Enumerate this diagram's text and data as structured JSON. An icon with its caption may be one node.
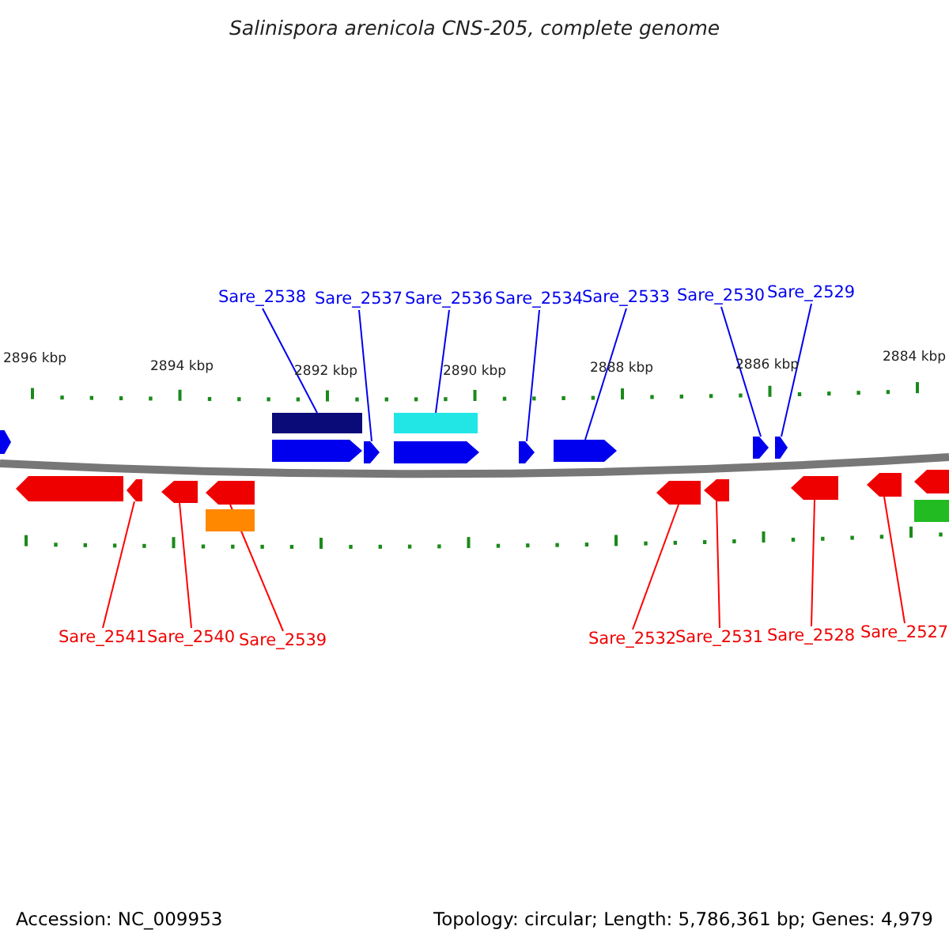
{
  "diagram": {
    "title": "Salinispora arenicola CNS-205, complete genome",
    "nodes": [
      {
        "text": [
          "Sare_2538"
        ]
      },
      {
        "text": [
          "Sare_2537"
        ]
      },
      {
        "text": [
          "Sare_2536"
        ]
      },
      {
        "text": [
          "Sare_2534"
        ]
      },
      {
        "text": [
          "Sare_2533"
        ]
      },
      {
        "text": [
          "Sare_2530"
        ]
      },
      {
        "text": [
          "Sare_2529"
        ]
      },
      {
        "text": [],
        "shape": "bar"
      },
      {
        "text": [],
        "shape": "bar"
      },
      {
        "text": [],
        "shape": "pentagon"
      },
      {
        "text": [],
        "shape": "pentagon"
      },
      {
        "text": [],
        "shape": "pentagon"
      },
      {
        "text": [],
        "shape": "pentagon"
      },
      {
        "text": [],
        "shape": "pentagon"
      },
      {
        "text": [],
        "shape": "pentagon"
      },
      {
        "text": [],
        "shape": "pentagon"
      },
      {
        "text": [],
        "shape": "pentagon"
      },
      {
        "text": [],
        "shape": "pentagon"
      },
      {
        "text": [],
        "shape": "pentagon"
      },
      {
        "text": [],
        "shape": "pentagon"
      },
      {
        "text": [],
        "shape": "pentagon"
      },
      {
        "text": [],
        "shape": "pentagon"
      },
      {
        "text": [],
        "shape": "pentagon"
      },
      {
        "text": [],
        "shape": "pentagon"
      },
      {
        "text": [],
        "shape": "pentagon"
      },
      {
        "text": [],
        "shape": "pentagon"
      },
      {
        "text": [],
        "shape": "bar"
      },
      {
        "text": [],
        "shape": "bar"
      },
      {
        "text": [
          "Sare_2541"
        ]
      },
      {
        "text": [
          "Sare_2540"
        ]
      },
      {
        "text": [
          "Sare_2539"
        ]
      },
      {
        "text": [
          "Sare_2532"
        ]
      },
      {
        "text": [
          "Sare_2531"
        ]
      },
      {
        "text": [
          "Sare_2528"
        ]
      },
      {
        "text": [
          "Sare_2527"
        ]
      }
    ],
    "edges": [
      {
        "from": 0,
        "to": 7,
        "arrow": "none"
      },
      {
        "from": 1,
        "to": 11,
        "arrow": "none"
      },
      {
        "from": 2,
        "to": 8,
        "arrow": "none"
      },
      {
        "from": 3,
        "to": 13,
        "arrow": "none"
      },
      {
        "from": 4,
        "to": 14,
        "arrow": "none"
      },
      {
        "from": 5,
        "to": 15,
        "arrow": "none"
      },
      {
        "from": 6,
        "to": 16,
        "arrow": "none"
      },
      {
        "from": 28,
        "to": 18,
        "arrow": "none",
        "color": "#ff0000"
      },
      {
        "from": 29,
        "to": 19,
        "arrow": "none",
        "color": "#ff0000"
      },
      {
        "from": 30,
        "to": 20,
        "arrow": "none",
        "color": "#ff0000"
      },
      {
        "from": 31,
        "to": 21,
        "arrow": "none",
        "color": "#ff0000"
      },
      {
        "from": 32,
        "to": 22,
        "arrow": "none",
        "color": "#ff0000"
      },
      {
        "from": 33,
        "to": 23,
        "arrow": "none",
        "color": "#ff0000"
      },
      {
        "from": 34,
        "to": 24,
        "arrow": "none",
        "color": "#ff0000"
      }
    ],
    "labels": [
      "2896 kbp",
      "2894 kbp",
      "2892 kbp",
      "2890 kbp",
      "2888 kbp",
      "2886 kbp",
      "2884 kbp",
      "Accession: NC_009953",
      "Topology: circular; Length: 5,786,361 bp; Genes: 4,979"
    ]
  }
}
